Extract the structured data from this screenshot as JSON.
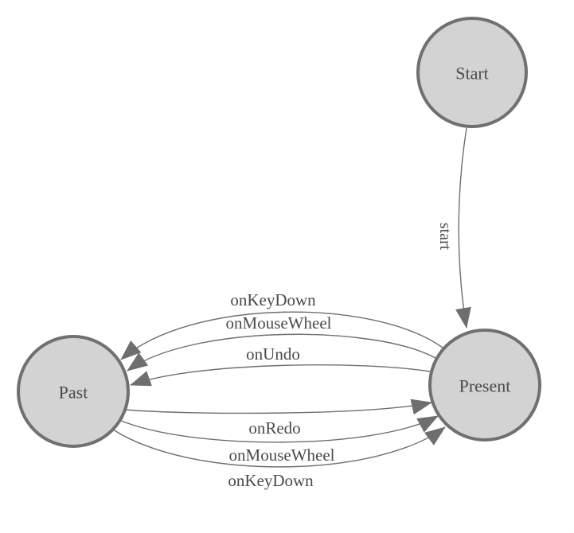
{
  "diagram": {
    "type": "state-machine",
    "nodes": [
      {
        "id": "start",
        "label": "Start"
      },
      {
        "id": "present",
        "label": "Present"
      },
      {
        "id": "past",
        "label": "Past"
      }
    ],
    "edges": [
      {
        "label": "start",
        "from": "Start",
        "to": "Present"
      },
      {
        "label": "onKeyDown",
        "from": "Present",
        "to": "Past"
      },
      {
        "label": "onMouseWheel",
        "from": "Present",
        "to": "Past"
      },
      {
        "label": "onUndo",
        "from": "Present",
        "to": "Past"
      },
      {
        "label": "onRedo",
        "from": "Past",
        "to": "Present"
      },
      {
        "label": "onMouseWheel",
        "from": "Past",
        "to": "Present"
      },
      {
        "label": "onKeyDown",
        "from": "Past",
        "to": "Present"
      }
    ],
    "colors": {
      "background": "#ffffff",
      "node_fill": "#d3d3d3",
      "node_stroke": "#707070",
      "edge_stroke": "#6f6f6f",
      "arrow_fill": "#6e6e6e",
      "label_color": "#4a4a4a"
    }
  }
}
